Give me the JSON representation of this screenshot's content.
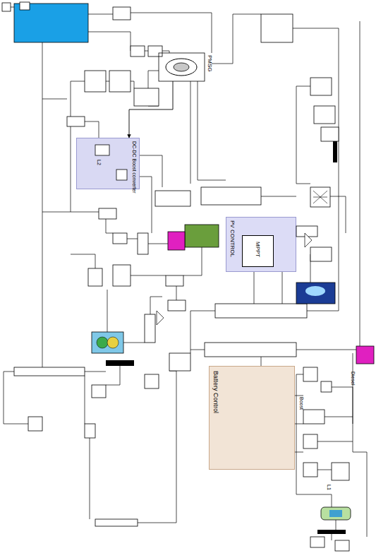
{
  "diagram": {
    "nodes": [
      {
        "text": [
          "PMSG"
        ]
      },
      {
        "text": [
          "DC-DC Boost converter"
        ]
      },
      {
        "text": [
          "PV CONTROL"
        ]
      },
      {
        "text": [
          "MPPT"
        ],
        "in": 2
      },
      {
        "text": [
          "Battery Control"
        ]
      }
    ],
    "edges": [
      {
        "from": 0,
        "to": 1,
        "arrow": "to"
      }
    ],
    "labels": [
      "Diesel",
      "Boost",
      "L1",
      "L2"
    ]
  }
}
